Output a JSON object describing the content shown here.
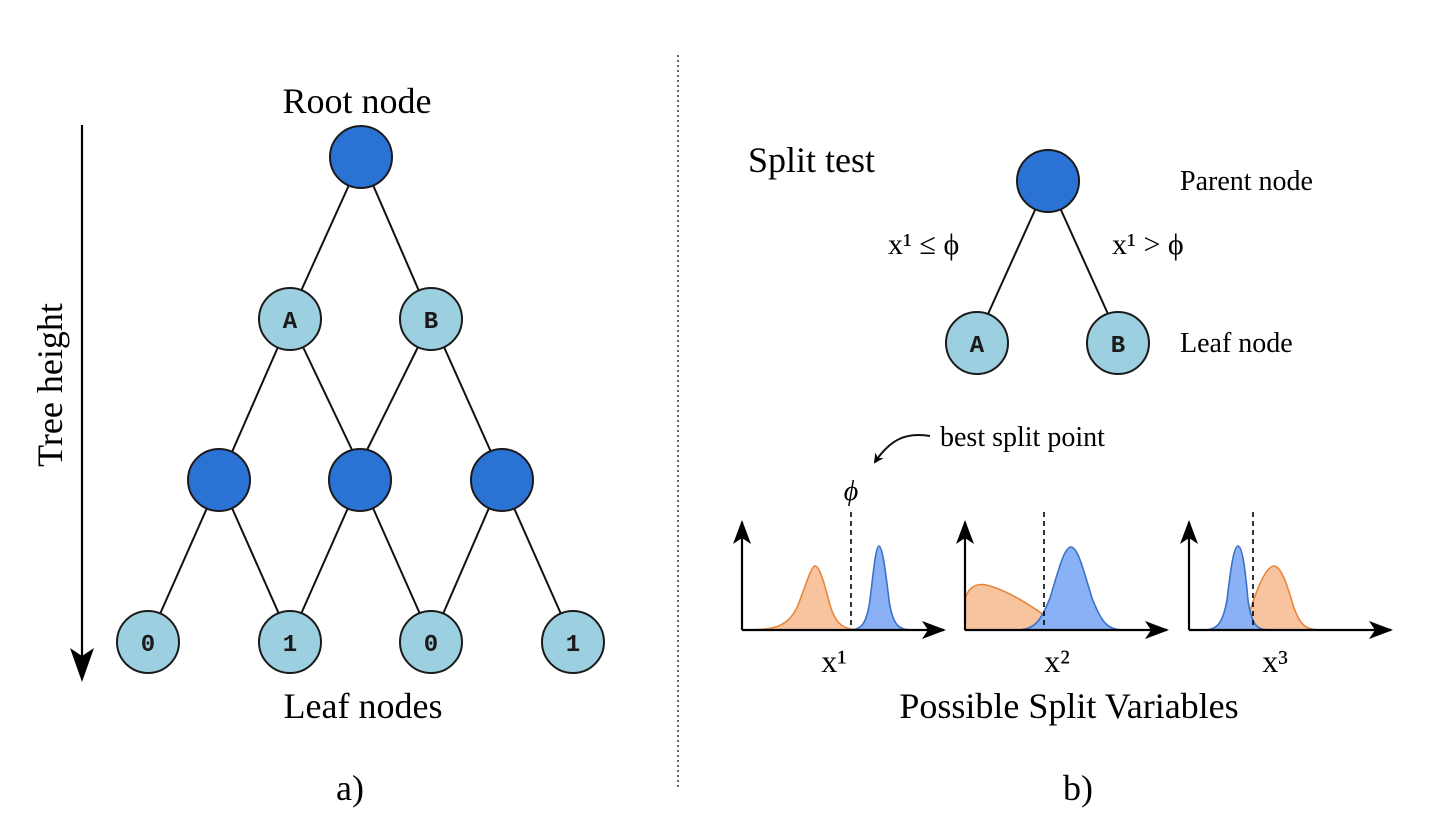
{
  "panel_a": {
    "root_label": "Root node",
    "leaf_label": "Leaf nodes",
    "height_label": "Tree height",
    "caption": "a)",
    "node_a": "A",
    "node_b": "B",
    "leaves": [
      "0",
      "1",
      "0",
      "1"
    ]
  },
  "panel_b": {
    "title": "Split test",
    "parent_label": "Parent node",
    "leaf_label": "Leaf node",
    "left_rule": "x¹ ≤ ϕ",
    "right_rule": "x¹ > ϕ",
    "node_a": "A",
    "node_b": "B",
    "best_split_label": "best split point",
    "phi": "ϕ",
    "var_labels": [
      "x¹",
      "x²",
      "x³"
    ],
    "variables_title": "Possible Split Variables",
    "caption": "b)"
  },
  "colors": {
    "internal_node": "#2a72d4",
    "leaf_node": "#9ccfe0",
    "orange_class": "#f8c4a0",
    "blue_class": "#8ab0f5"
  }
}
